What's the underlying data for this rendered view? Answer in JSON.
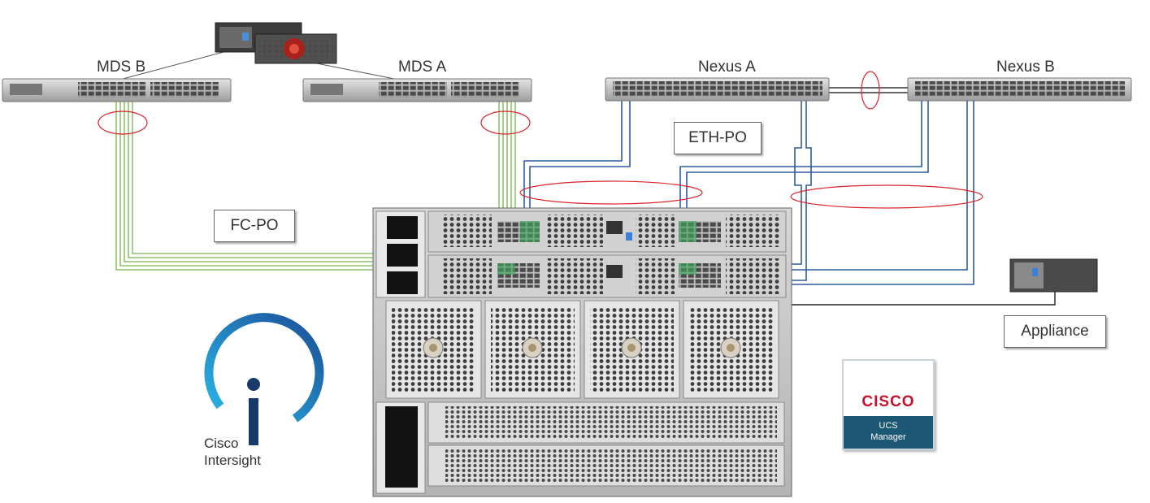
{
  "diagram": {
    "switches": {
      "mds_b": "MDS B",
      "mds_a": "MDS A",
      "nexus_a": "Nexus A",
      "nexus_b": "Nexus B"
    },
    "port_channels": {
      "fc": "FC-PO",
      "eth": "ETH-PO"
    },
    "appliance": "Appliance",
    "intersight": {
      "line1": "Cisco",
      "line2": "Intersight"
    },
    "ucs_manager": {
      "brand": "CISCO",
      "product_line1": "UCS",
      "product_line2": "Manager"
    }
  },
  "colors": {
    "fc_link": "#74b54a",
    "eth_link": "#2e5c9e",
    "port_channel_marker": "#d9252b",
    "intersight_arc": "#1aa0dc",
    "intersight_dot": "#173a6b",
    "cisco_red": "#c8102e",
    "ucs_band": "#1c5873"
  }
}
